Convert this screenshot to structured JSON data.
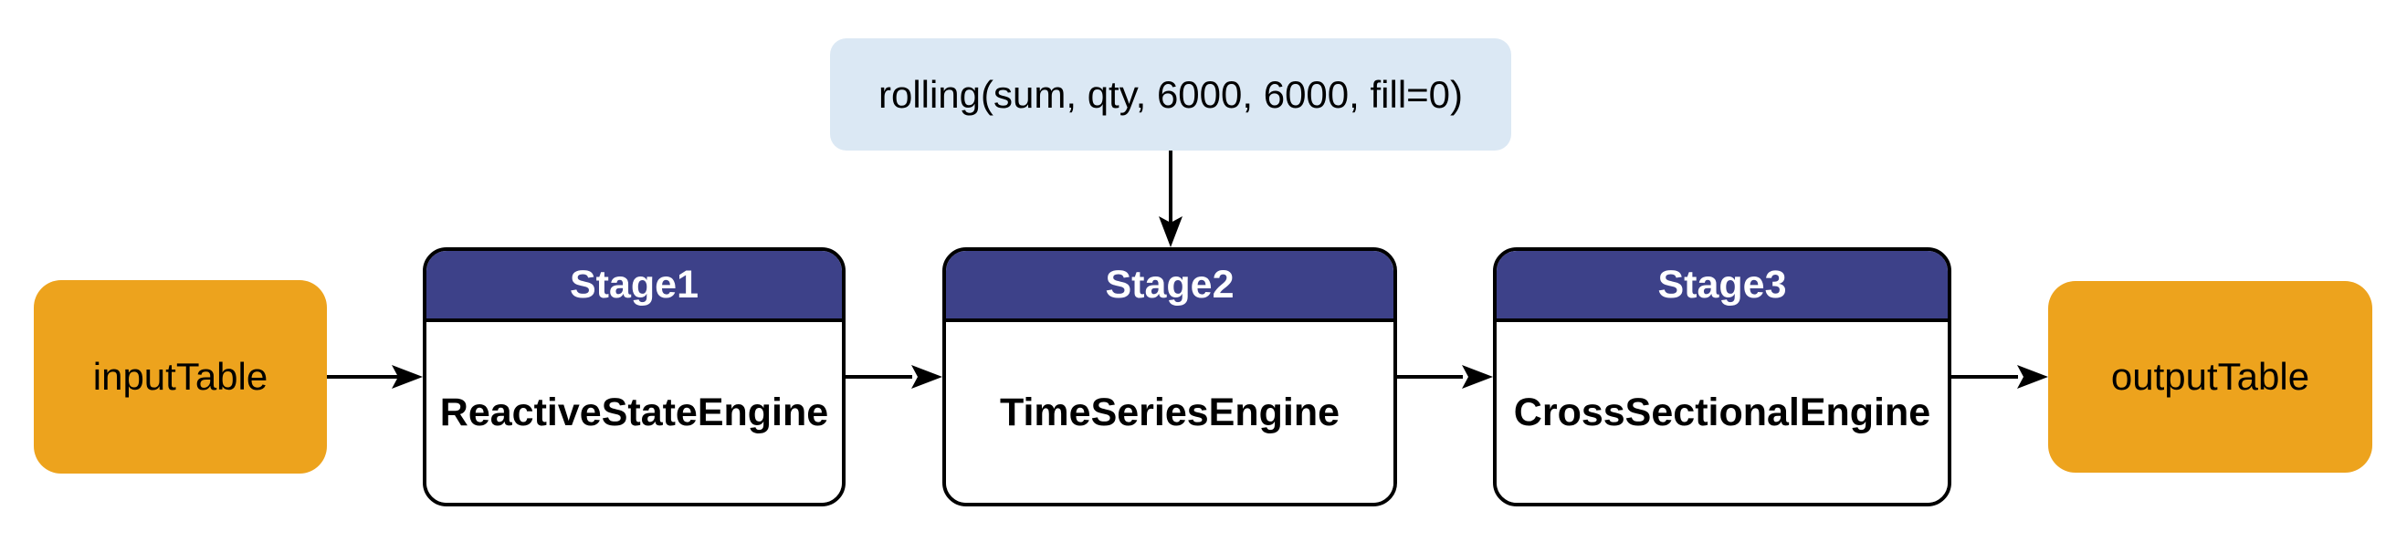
{
  "diagram": {
    "annotation": {
      "label": "rolling(sum, qty, 6000, 6000, fill=0)"
    },
    "input_node": {
      "label": "inputTable"
    },
    "output_node": {
      "label": "outputTable"
    },
    "stages": [
      {
        "title": "Stage1",
        "engine": "ReactiveStateEngine"
      },
      {
        "title": "Stage2",
        "engine": "TimeSeriesEngine"
      },
      {
        "title": "Stage3",
        "engine": "CrossSectionalEngine"
      }
    ],
    "colors": {
      "io_node_fill": "#EDA31D",
      "stage_header_fill": "#3D4189",
      "stage_body_fill": "#FFFFFF",
      "annotation_fill": "#DBE8F4",
      "stage_title_text": "#FFFFFF",
      "label_text": "#000000",
      "border": "#000000",
      "arrow": "#000000",
      "background": "#FFFFFF"
    }
  }
}
